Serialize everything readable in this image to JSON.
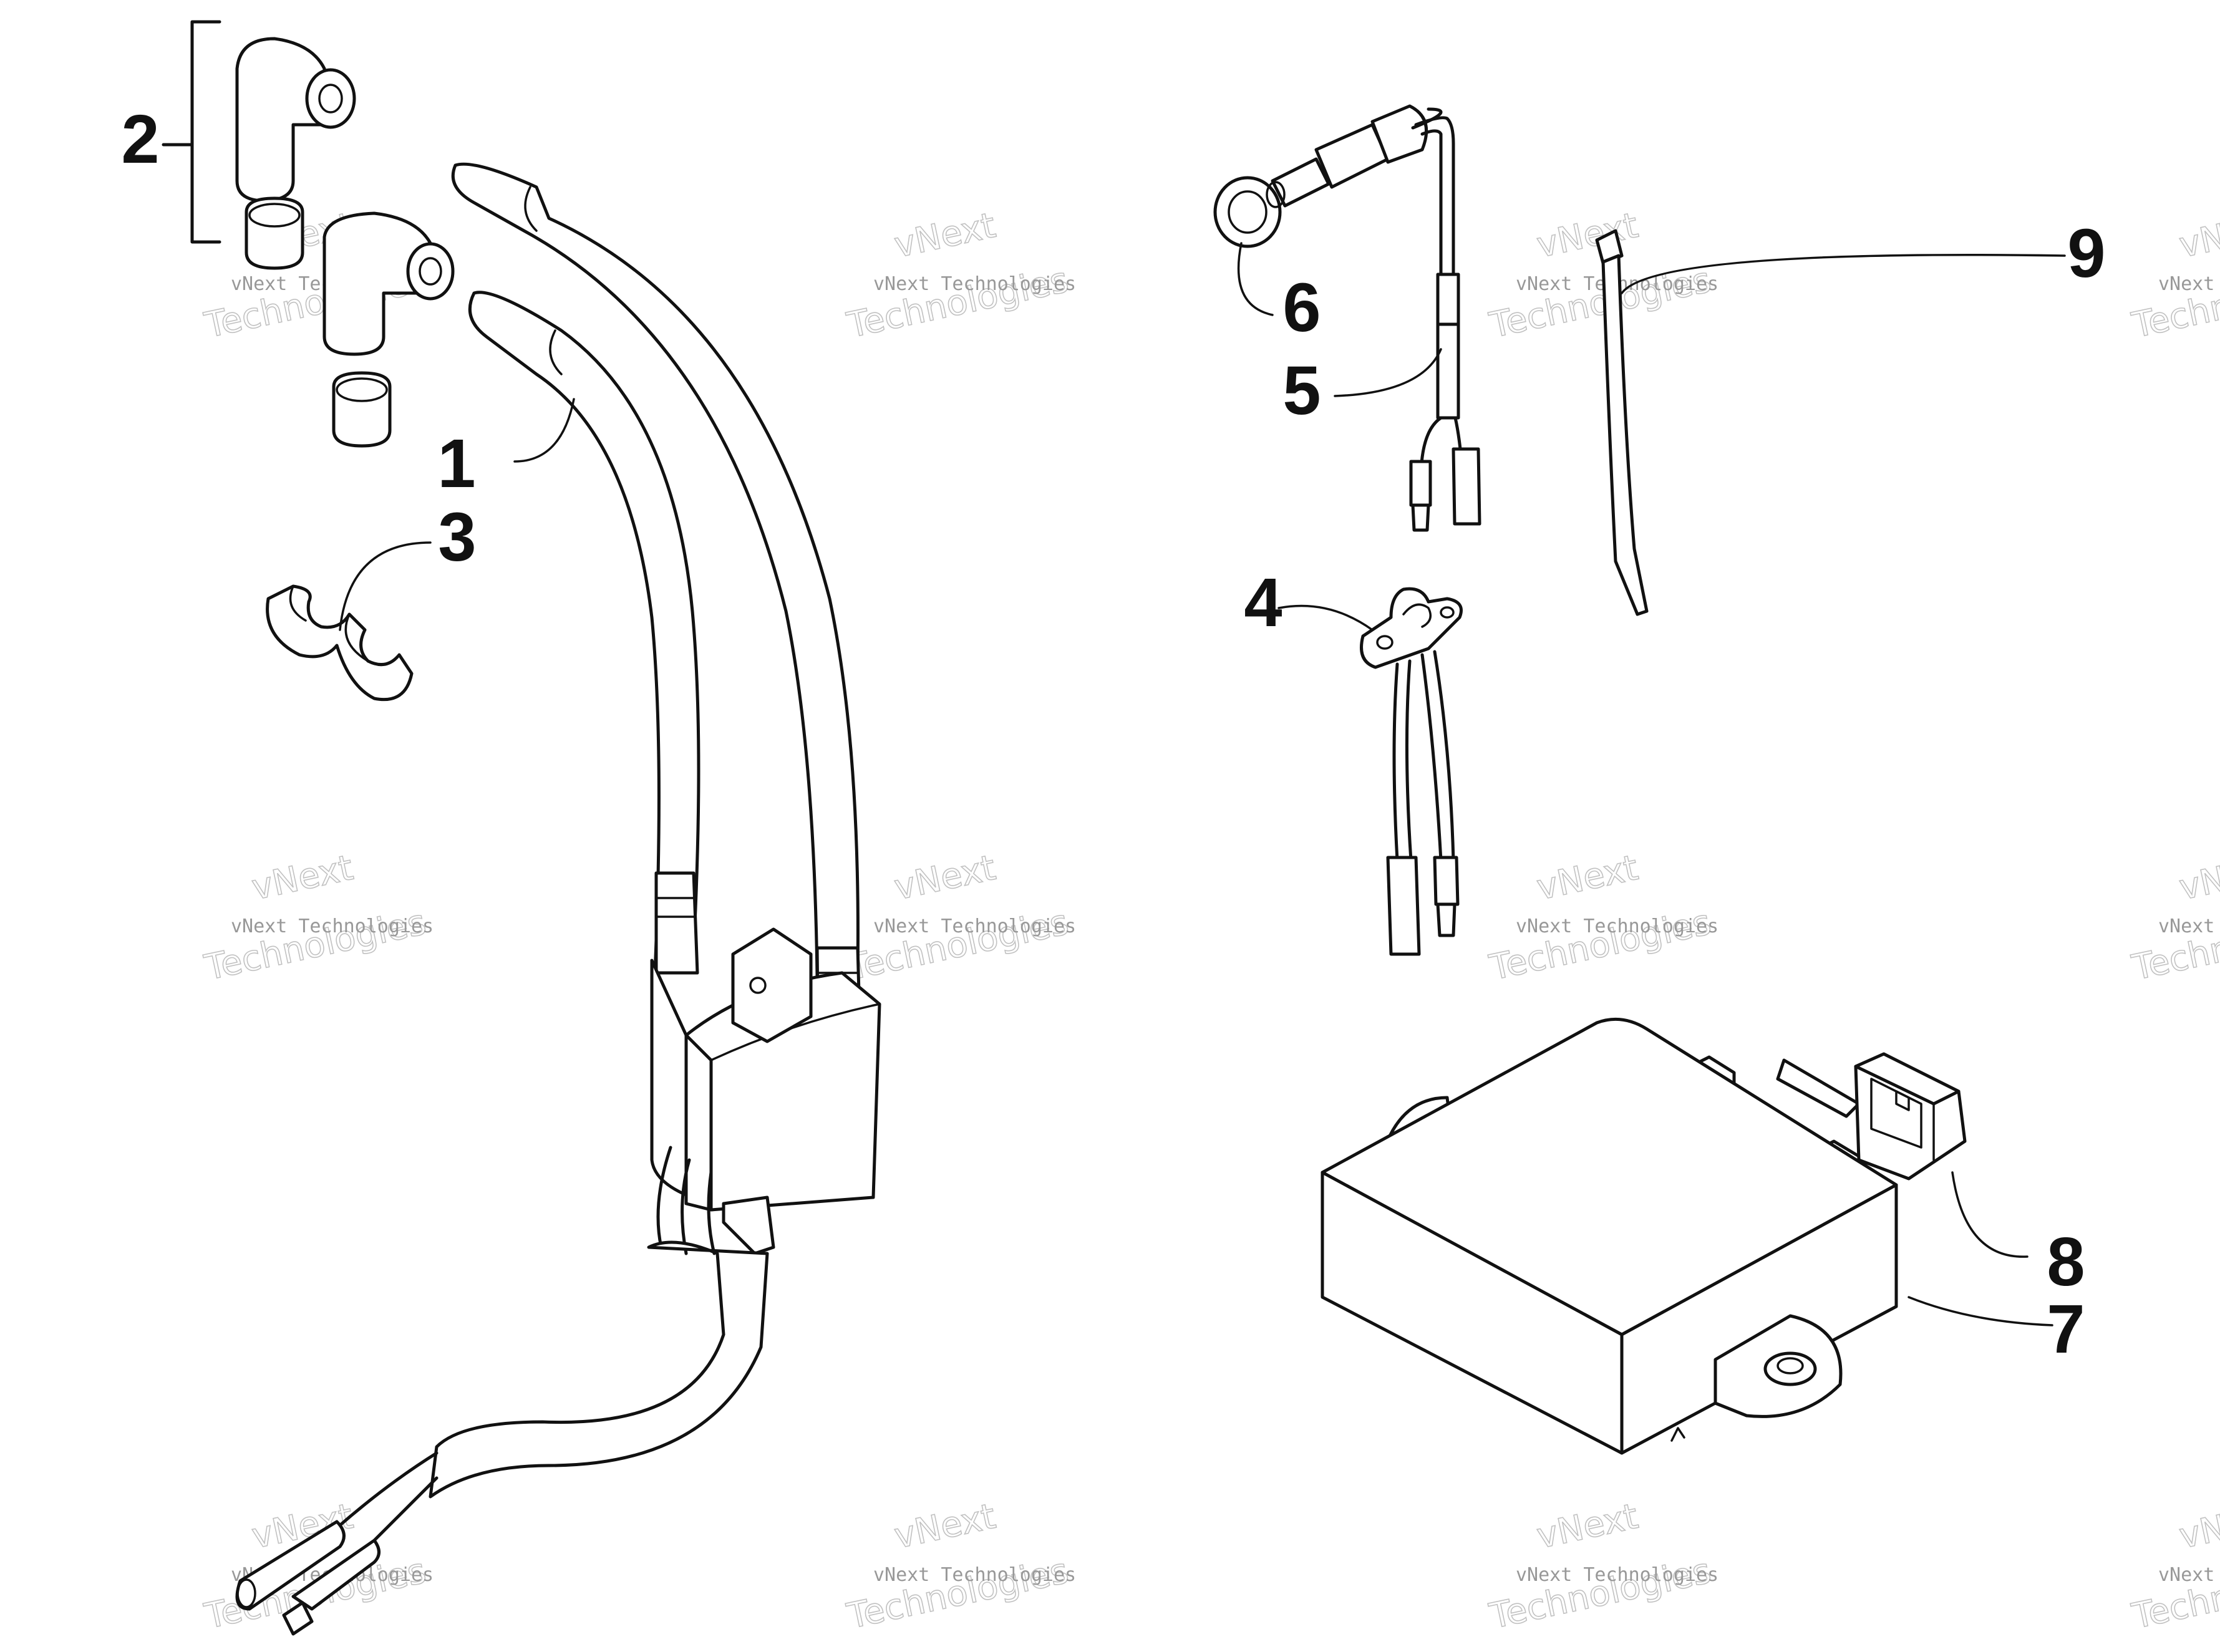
{
  "callouts": [
    {
      "id": "1",
      "label": "1"
    },
    {
      "id": "2",
      "label": "2"
    },
    {
      "id": "3",
      "label": "3"
    },
    {
      "id": "4",
      "label": "4"
    },
    {
      "id": "5",
      "label": "5"
    },
    {
      "id": "6",
      "label": "6"
    },
    {
      "id": "7",
      "label": "7"
    },
    {
      "id": "8",
      "label": "8"
    },
    {
      "id": "9",
      "label": "9"
    }
  ],
  "watermark": {
    "brand": "vNext",
    "company": "vNext Technologies",
    "word": "Technologies"
  },
  "colors": {
    "line": "#111111",
    "background": "#ffffff",
    "watermark": "#999999"
  }
}
